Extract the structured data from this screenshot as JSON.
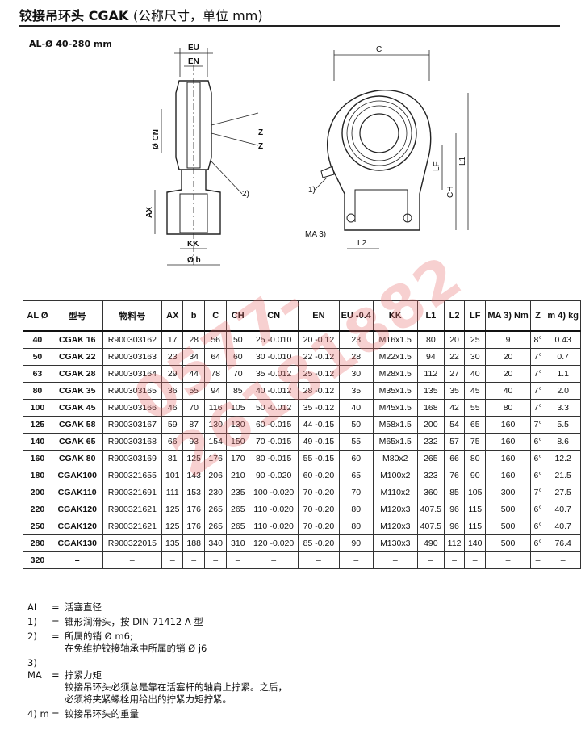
{
  "header": {
    "title": "铰接吊环头 CGAK",
    "title_paren": "(公称尺寸，单位 mm)",
    "subtitle": "AL-Ø 40-280 mm"
  },
  "drawing": {
    "left_labels": {
      "eu": "EU",
      "en": "EN",
      "cn": "Ø CN",
      "z1": "Z",
      "z2": "Z",
      "ref2": "2)",
      "ax": "AX",
      "kk": "KK",
      "b": "Ø b"
    },
    "right_labels": {
      "c": "C",
      "lf": "LF",
      "l1": "L1",
      "ch": "CH",
      "ref1": "1)",
      "ma": "MA 3)",
      "l2": "L2"
    }
  },
  "table": {
    "headers": [
      "AL Ø",
      "型号",
      "物料号",
      "AX",
      "b",
      "C",
      "CH",
      "CN",
      "EN",
      "EU -0.4",
      "KK",
      "L1",
      "L2",
      "LF",
      "MA 3) Nm",
      "Z",
      "m 4) kg"
    ],
    "rows": [
      [
        "40",
        "CGAK 16",
        "R900303162",
        "17",
        "28",
        "56",
        "50",
        "25 -0.010",
        "20 -0.12",
        "23",
        "M16x1.5",
        "80",
        "20",
        "25",
        "9",
        "8°",
        "0.43"
      ],
      [
        "50",
        "CGAK 22",
        "R900303163",
        "23",
        "34",
        "64",
        "60",
        "30 -0.010",
        "22 -0.12",
        "28",
        "M22x1.5",
        "94",
        "22",
        "30",
        "20",
        "7°",
        "0.7"
      ],
      [
        "63",
        "CGAK 28",
        "R900303164",
        "29",
        "44",
        "78",
        "70",
        "35 -0.012",
        "25 -0.12",
        "30",
        "M28x1.5",
        "112",
        "27",
        "40",
        "20",
        "7°",
        "1.1"
      ],
      [
        "80",
        "CGAK 35",
        "R900303165",
        "36",
        "55",
        "94",
        "85",
        "40 -0.012",
        "28 -0.12",
        "35",
        "M35x1.5",
        "135",
        "35",
        "45",
        "40",
        "7°",
        "2.0"
      ],
      [
        "100",
        "CGAK 45",
        "R900303166",
        "46",
        "70",
        "116",
        "105",
        "50 -0.012",
        "35 -0.12",
        "40",
        "M45x1.5",
        "168",
        "42",
        "55",
        "80",
        "7°",
        "3.3"
      ],
      [
        "125",
        "CGAK 58",
        "R900303167",
        "59",
        "87",
        "130",
        "130",
        "60 -0.015",
        "44 -0.15",
        "50",
        "M58x1.5",
        "200",
        "54",
        "65",
        "160",
        "7°",
        "5.5"
      ],
      [
        "140",
        "CGAK 65",
        "R900303168",
        "66",
        "93",
        "154",
        "150",
        "70 -0.015",
        "49 -0.15",
        "55",
        "M65x1.5",
        "232",
        "57",
        "75",
        "160",
        "6°",
        "8.6"
      ],
      [
        "160",
        "CGAK 80",
        "R900303169",
        "81",
        "125",
        "176",
        "170",
        "80 -0.015",
        "55 -0.15",
        "60",
        "M80x2",
        "265",
        "66",
        "80",
        "160",
        "6°",
        "12.2"
      ],
      [
        "180",
        "CGAK100",
        "R900321655",
        "101",
        "143",
        "206",
        "210",
        "90 -0.020",
        "60 -0.20",
        "65",
        "M100x2",
        "323",
        "76",
        "90",
        "160",
        "6°",
        "21.5"
      ],
      [
        "200",
        "CGAK110",
        "R900321691",
        "111",
        "153",
        "230",
        "235",
        "100 -0.020",
        "70 -0.20",
        "70",
        "M110x2",
        "360",
        "85",
        "105",
        "300",
        "7°",
        "27.5"
      ],
      [
        "220",
        "CGAK120",
        "R900321621",
        "125",
        "176",
        "265",
        "265",
        "110 -0.020",
        "70 -0.20",
        "80",
        "M120x3",
        "407.5",
        "96",
        "115",
        "500",
        "6°",
        "40.7"
      ],
      [
        "250",
        "CGAK120",
        "R900321621",
        "125",
        "176",
        "265",
        "265",
        "110 -0.020",
        "70 -0.20",
        "80",
        "M120x3",
        "407.5",
        "96",
        "115",
        "500",
        "6°",
        "40.7"
      ],
      [
        "280",
        "CGAK130",
        "R900322015",
        "135",
        "188",
        "340",
        "310",
        "120 -0.020",
        "85 -0.20",
        "90",
        "M130x3",
        "490",
        "112",
        "140",
        "500",
        "6°",
        "76.4"
      ],
      [
        "320",
        "–",
        "–",
        "–",
        "–",
        "–",
        "–",
        "–",
        "–",
        "–",
        "–",
        "–",
        "–",
        "–",
        "–",
        "–",
        "–"
      ]
    ]
  },
  "notes": [
    {
      "key": "AL",
      "text": "活塞直径",
      "extra": []
    },
    {
      "key": "1)",
      "text": "锥形润滑头，按 DIN 71412 A 型",
      "extra": []
    },
    {
      "key": "2)",
      "text": "所属的销 Ø m6;",
      "extra": [
        "在免维护铰接轴承中所属的销 Ø j6"
      ]
    },
    {
      "key": "3) MA",
      "text": "拧紧力矩",
      "extra": [
        "铰接吊环头必须总是靠在活塞杆的轴肩上拧紧。之后，",
        "必须将夹紧螺栓用给出的拧紧力矩拧紧。"
      ]
    },
    {
      "key": "4) m",
      "text": "铰接吊环头的重量",
      "extra": []
    }
  ],
  "watermark": "0577-26181882"
}
